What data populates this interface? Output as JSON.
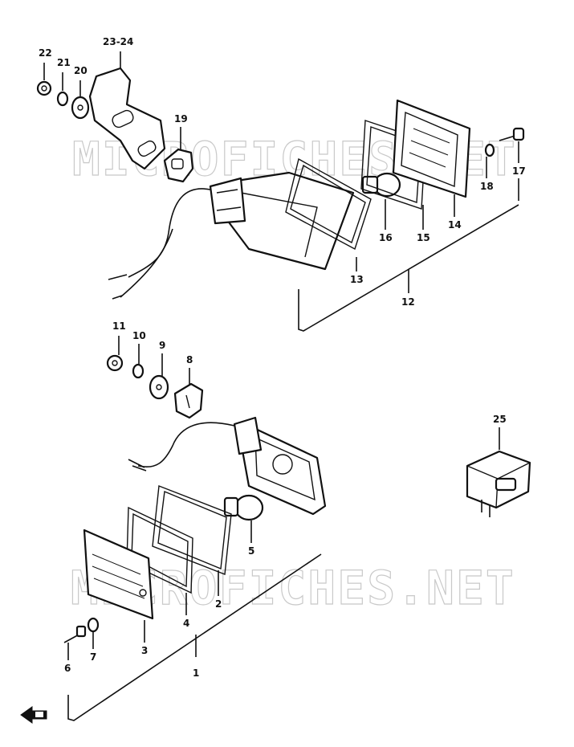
{
  "watermark": "MICROFICHES.NET",
  "labels": {
    "p1": "1",
    "p2": "2",
    "p3": "3",
    "p4": "4",
    "p5": "5",
    "p6": "6",
    "p7": "7",
    "p8": "8",
    "p9": "9",
    "p10": "10",
    "p11": "11",
    "p12": "12",
    "p13": "13",
    "p14": "14",
    "p15": "15",
    "p16": "16",
    "p17": "17",
    "p18": "18",
    "p19": "19",
    "p20": "20",
    "p21": "21",
    "p22": "22",
    "p23_24": "23-24",
    "p25": "25"
  },
  "icons": {
    "front_arrow": "front-direction-arrow-icon"
  }
}
